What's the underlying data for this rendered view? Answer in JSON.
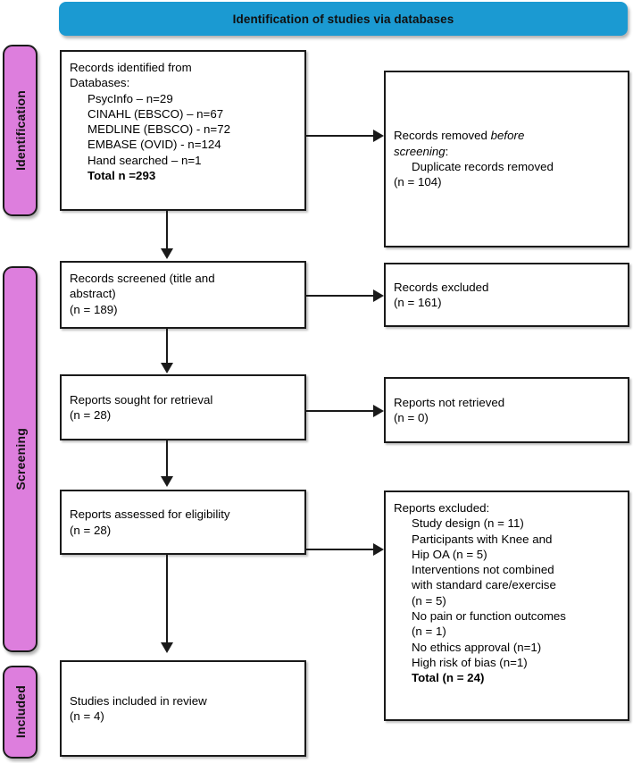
{
  "banner": {
    "title": "Identification of studies via databases"
  },
  "stages": [
    {
      "id": "identification",
      "label": "Identification"
    },
    {
      "id": "screening",
      "label": "Screening"
    },
    {
      "id": "included",
      "label": "Included"
    }
  ],
  "boxes": {
    "identified": {
      "line1": "Records identified from",
      "line2": "Databases:",
      "sources": [
        "PsycInfo – n=29",
        "CINAHL (EBSCO) – n=67",
        "MEDLINE (EBSCO) - n=72",
        "EMBASE (OVID) - n=124",
        "Hand searched – n=1"
      ],
      "total": "Total n =293"
    },
    "removed": {
      "line1a": "Records removed ",
      "line1b": "before",
      "line2a": "screening",
      "line2b": ":",
      "item": "Duplicate records removed",
      "count": "(n = 104)"
    },
    "screened": {
      "line1": "Records screened (title and",
      "line2": "abstract)",
      "count": "(n = 189)"
    },
    "records_excluded": {
      "label": "Records excluded",
      "count": "(n = 161)"
    },
    "sought": {
      "label": "Reports sought for retrieval",
      "count": "(n = 28)"
    },
    "not_retrieved": {
      "label": "Reports not retrieved",
      "count": "(n = 0)"
    },
    "assessed": {
      "label": "Reports assessed for eligibility",
      "count": "(n = 28)"
    },
    "reports_excluded": {
      "heading": "Reports excluded:",
      "reasons": [
        "Study design (n = 11)",
        "Participants with Knee and",
        "Hip OA (n = 5)",
        "Interventions not combined",
        "with standard care/exercise",
        "(n = 5)",
        "No pain or function outcomes",
        "(n = 1)",
        "No ethics approval (n=1)",
        "High risk of bias (n=1)"
      ],
      "total": "Total (n = 24)"
    },
    "included": {
      "label": "Studies included in review",
      "count": "(n = 4)"
    }
  },
  "colors": {
    "banner_blue": "#1b9ad2",
    "stage_pink": "#dd7edd",
    "outline": "#1a1a1a",
    "text": "#000000"
  }
}
